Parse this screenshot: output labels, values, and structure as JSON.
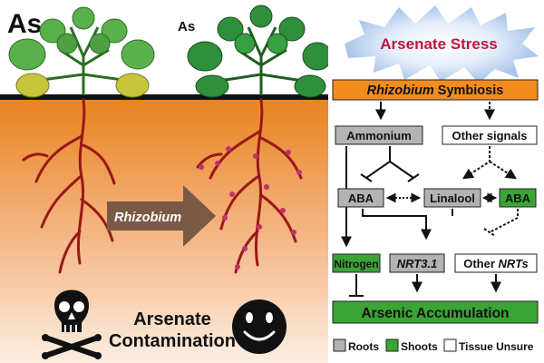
{
  "left_panel": {
    "as_label_left": "As",
    "as_label_right": "As",
    "arrow_label": "Rhizobium",
    "caption_line1": "Arsenate",
    "caption_line2": "Contamination",
    "left_outcome_icon": "skull-icon",
    "right_outcome_icon": "smiley-icon",
    "colors": {
      "soil_top": "#e8821e",
      "soil_bottom": "#fbe6d0",
      "root": "#9a1818",
      "nodule": "#c0306a",
      "leaf_light": "#5ab04a",
      "leaf_yellow": "#c7c53a",
      "leaf_dark": "#2f8f3a",
      "arrow": "#7a5a46"
    }
  },
  "right_panel": {
    "title": "Arsenate Stress",
    "symbiosis_italic": "Rhizobium",
    "symbiosis_rest": " Symbiosis",
    "nodes": {
      "ammonium": "Ammonium",
      "other_signals": "Other signals",
      "aba_left": "ABA",
      "linalool": "Linalool",
      "aba_right": "ABA",
      "nitrogen": "Nitrogen",
      "nrt31": "NRT3.1",
      "other_nrts_prefix": "Other ",
      "other_nrts_italic": "NRTs",
      "arsenic_accumulation": "Arsenic Accumulation"
    },
    "legend": {
      "roots": "Roots",
      "shoots": "Shoots",
      "tissue_unsure": "Tissue Unsure"
    },
    "colors": {
      "roots": "#b3b3b3",
      "shoots": "#3aa435",
      "unsure": "#ffffff",
      "symbiosis": "#f28c1c",
      "title": "#c0143c"
    }
  }
}
